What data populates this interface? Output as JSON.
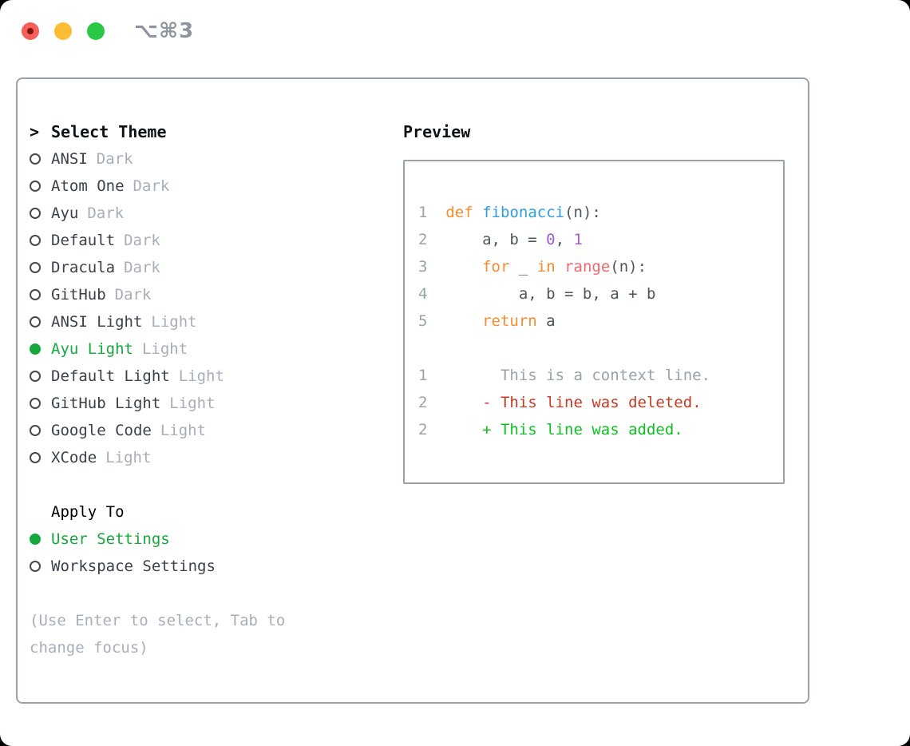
{
  "window": {
    "title": "⌥⌘3",
    "traffic_lights": [
      "close",
      "minimize",
      "zoom"
    ]
  },
  "colors": {
    "panel_border": "#99a1ab",
    "selected_green": "#15a83c",
    "item_text": "#3a414a",
    "muted_gray": "#a7aeb9",
    "keyword_orange": "#f98c2b",
    "function_blue": "#2d9fe0",
    "number_purple": "#a25ccc",
    "builtin_red": "#f5666d",
    "diff_deleted_red": "#c43a24",
    "diff_added_green": "#0bc220",
    "traffic_red": "#f6605a",
    "traffic_yellow": "#fcbc33",
    "traffic_green": "#2bc746"
  },
  "theme_panel": {
    "prompt": ">",
    "title": "Select Theme",
    "themes": [
      {
        "name": "ANSI",
        "variant": "Dark",
        "selected": false
      },
      {
        "name": "Atom One",
        "variant": "Dark",
        "selected": false
      },
      {
        "name": "Ayu",
        "variant": "Dark",
        "selected": false
      },
      {
        "name": "Default",
        "variant": "Dark",
        "selected": false
      },
      {
        "name": "Dracula",
        "variant": "Dark",
        "selected": false
      },
      {
        "name": "GitHub",
        "variant": "Dark",
        "selected": false
      },
      {
        "name": "ANSI Light",
        "variant": "Light",
        "selected": false
      },
      {
        "name": "Ayu Light",
        "variant": "Light",
        "selected": true
      },
      {
        "name": "Default Light",
        "variant": "Light",
        "selected": false
      },
      {
        "name": "GitHub Light",
        "variant": "Light",
        "selected": false
      },
      {
        "name": "Google Code",
        "variant": "Light",
        "selected": false
      },
      {
        "name": "XCode",
        "variant": "Light",
        "selected": false
      }
    ],
    "apply_to": {
      "title": "Apply To",
      "options": [
        {
          "label": "User Settings",
          "selected": true
        },
        {
          "label": "Workspace Settings",
          "selected": false
        }
      ]
    },
    "help_lines": [
      "(Use Enter to select, Tab to",
      "change focus)"
    ]
  },
  "preview": {
    "title": "Preview",
    "lines": [
      {
        "segments": [
          [
            "1",
            "lineno"
          ],
          [
            "  ",
            "plain"
          ],
          [
            "def",
            "kw"
          ],
          [
            " ",
            "plain"
          ],
          [
            "fibonacci",
            "fn"
          ],
          [
            "(n):",
            "plain"
          ]
        ]
      },
      {
        "segments": [
          [
            "2",
            "lineno"
          ],
          [
            "      a, b = ",
            "plain"
          ],
          [
            "0",
            "num"
          ],
          [
            ", ",
            "plain"
          ],
          [
            "1",
            "num"
          ]
        ]
      },
      {
        "segments": [
          [
            "3",
            "lineno"
          ],
          [
            "      ",
            "plain"
          ],
          [
            "for",
            "kw"
          ],
          [
            " _ ",
            "plain"
          ],
          [
            "in",
            "kw"
          ],
          [
            " ",
            "plain"
          ],
          [
            "range",
            "call"
          ],
          [
            "(n):",
            "plain"
          ]
        ]
      },
      {
        "segments": [
          [
            "4",
            "lineno"
          ],
          [
            "          a, b = b, a + b",
            "plain"
          ]
        ]
      },
      {
        "segments": [
          [
            "5",
            "lineno"
          ],
          [
            "      ",
            "plain"
          ],
          [
            "return",
            "kw"
          ],
          [
            " a",
            "plain"
          ]
        ]
      },
      {
        "segments": []
      },
      {
        "segments": [
          [
            "1",
            "lineno"
          ],
          [
            "        This is a context line.",
            "ctx"
          ]
        ]
      },
      {
        "segments": [
          [
            "2",
            "lineno"
          ],
          [
            "      - This line was deleted.",
            "del"
          ]
        ]
      },
      {
        "segments": [
          [
            "2",
            "lineno"
          ],
          [
            "      + This line was added.",
            "add"
          ]
        ]
      }
    ]
  }
}
